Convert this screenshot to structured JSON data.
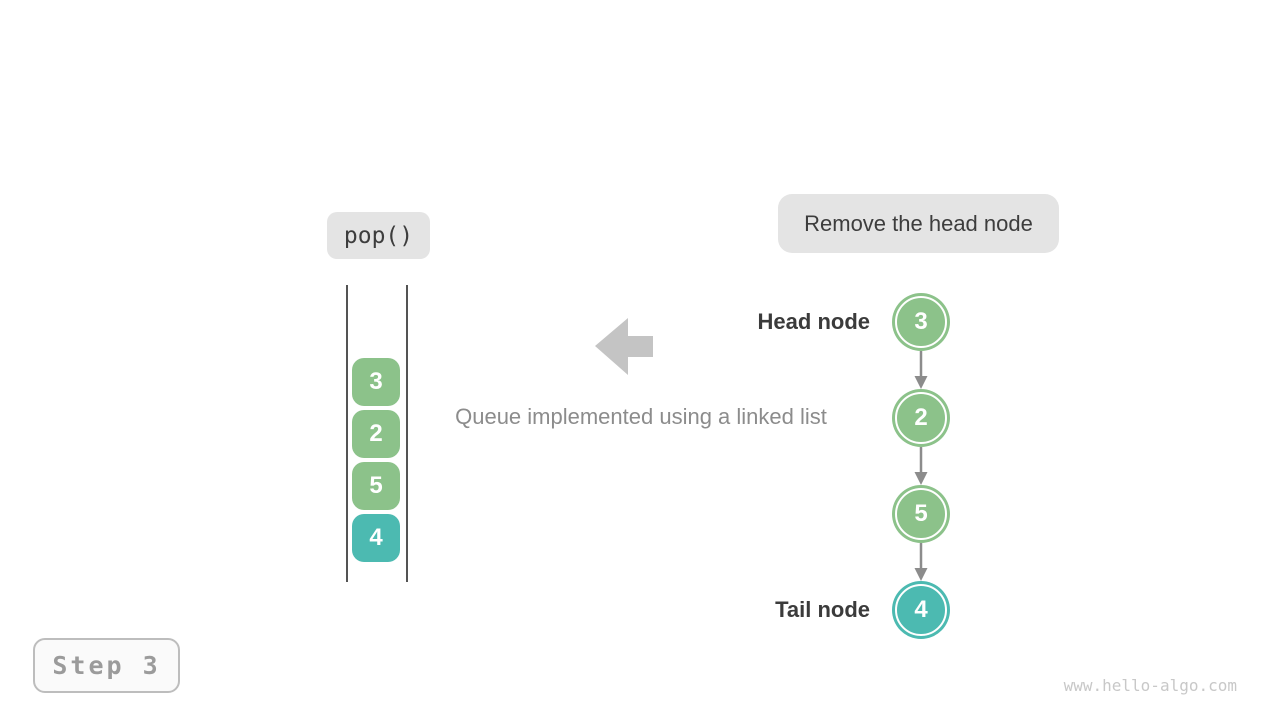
{
  "operation": {
    "label": "pop()"
  },
  "annotation": {
    "label": "Remove the head node"
  },
  "caption": "Queue implemented using a linked list",
  "queue": {
    "items": [
      {
        "value": "3",
        "color": "#8cc28a"
      },
      {
        "value": "2",
        "color": "#8cc28a"
      },
      {
        "value": "5",
        "color": "#8cc28a"
      },
      {
        "value": "4",
        "color": "#4cbab1"
      }
    ]
  },
  "linked_list": {
    "head_label": "Head node",
    "tail_label": "Tail node",
    "nodes": [
      {
        "value": "3",
        "color": "#8cc28a"
      },
      {
        "value": "2",
        "color": "#8cc28a"
      },
      {
        "value": "5",
        "color": "#8cc28a"
      },
      {
        "value": "4",
        "color": "#4cbab1"
      }
    ]
  },
  "step_badge": "Step 3",
  "watermark": "www.hello-algo.com",
  "colors": {
    "label_bg": "#e4e4e4",
    "label_text": "#3d3d3d",
    "muted_text": "#8c8c8c",
    "dark_text": "#3b3b3b",
    "node_green": "#8cc28a",
    "node_teal": "#4cbab1",
    "list_arrow": "#8c8c8c",
    "block_arrow": "#c4c4c4",
    "queue_wall": "#545454"
  }
}
